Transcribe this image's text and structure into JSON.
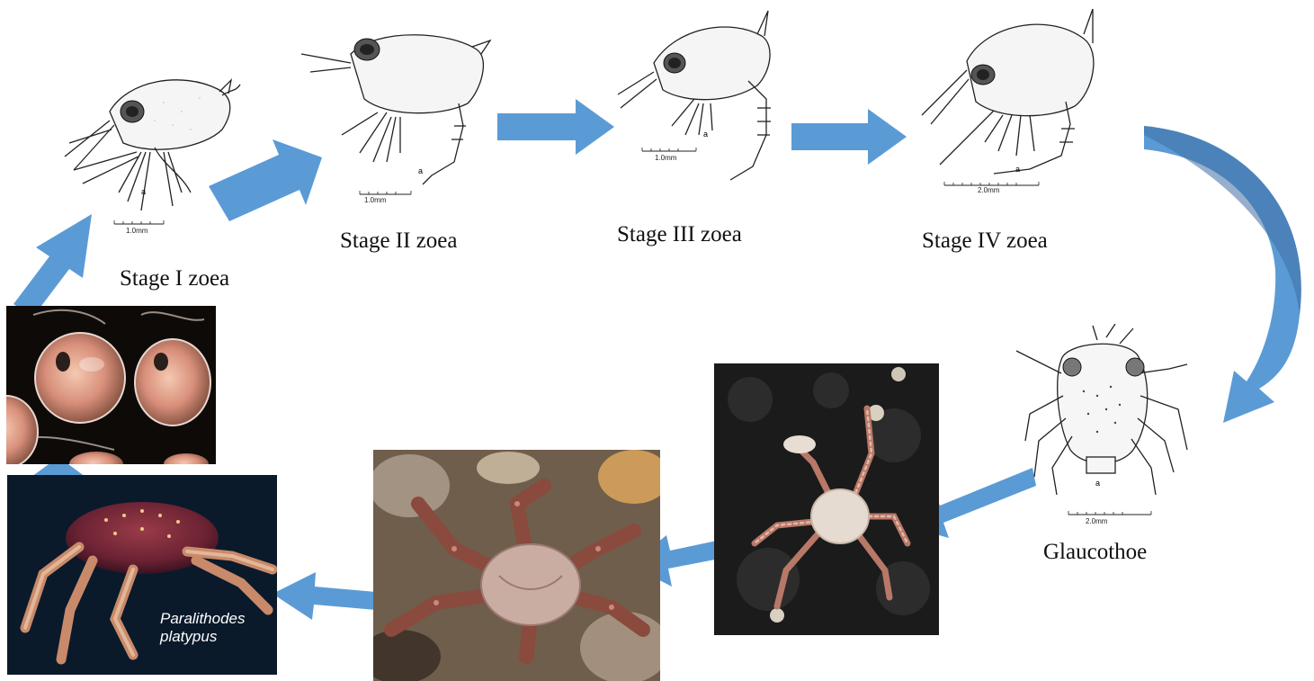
{
  "stages": {
    "zoea1": {
      "label": "Stage I zoea",
      "scale": "1.0mm",
      "letter": "a"
    },
    "zoea2": {
      "label": "Stage II zoea",
      "scale": "1.0mm",
      "letter": "a"
    },
    "zoea3": {
      "label": "Stage III zoea",
      "scale": "1.0mm",
      "letter": "a"
    },
    "zoea4": {
      "label": "Stage IV zoea",
      "scale": "2.0mm",
      "letter": "a"
    },
    "glaucothoe": {
      "label": "Glaucothoe",
      "scale": "2.0mm",
      "letter": "a"
    }
  },
  "adult_photo": {
    "caption_line1": "Paralithodes",
    "caption_line2": "platypus"
  },
  "colors": {
    "arrow": "#5b9bd5",
    "arrow_dark": "#4a7fb5"
  }
}
